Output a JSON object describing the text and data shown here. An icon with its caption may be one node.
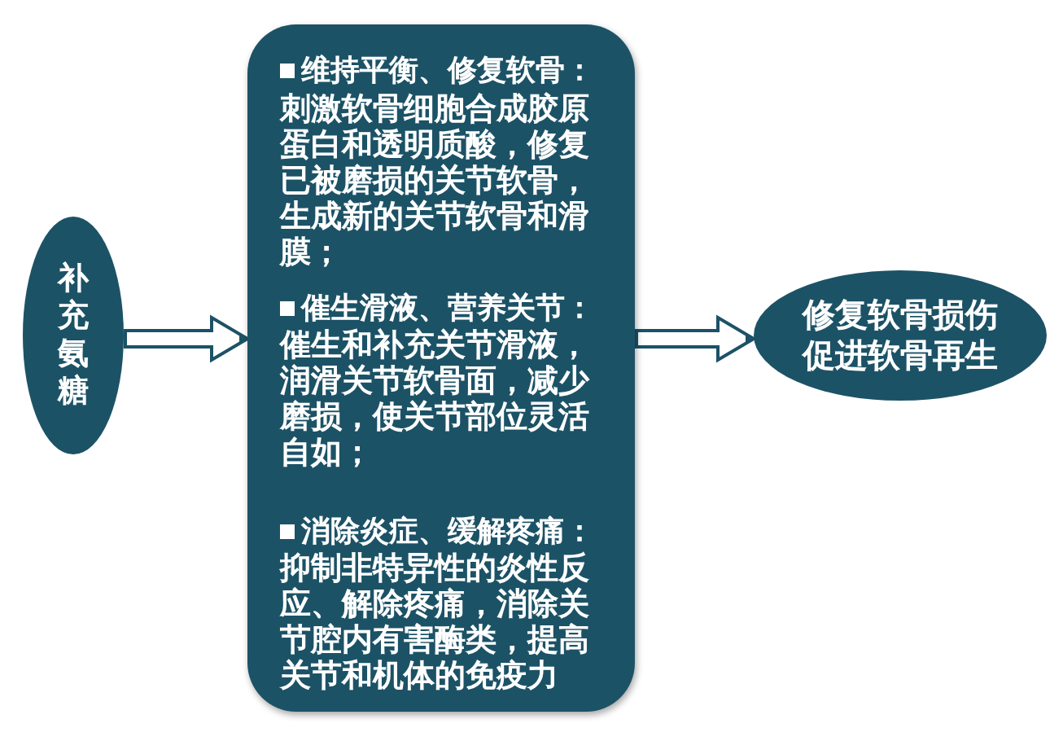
{
  "diagram": {
    "nodes": [
      {
        "text": [
          "补充氨糖"
        ]
      },
      {
        "text": [
          "维持平衡、修复软骨：",
          "刺激软骨细胞合成胶原蛋白和透明质酸，修复已被磨损的关节软骨，生成新的关节软骨和滑膜；",
          "催生滑液、营养关节：",
          "催生和补充关节滑液，润滑关节软骨面，减少磨损，使关节部位灵活自如；",
          "消除炎症、缓解疼痛：",
          "抑制非特异性的炎性反应、解除疼痛，消除关节腔内有害酶类，提高关节和机体的免疫力"
        ]
      },
      {
        "text": [
          "修复软骨损伤促进软骨再生"
        ]
      }
    ],
    "edges": [
      {
        "from": 0,
        "to": 1,
        "arrow": "to"
      },
      {
        "from": 1,
        "to": 2,
        "arrow": "to"
      }
    ]
  }
}
